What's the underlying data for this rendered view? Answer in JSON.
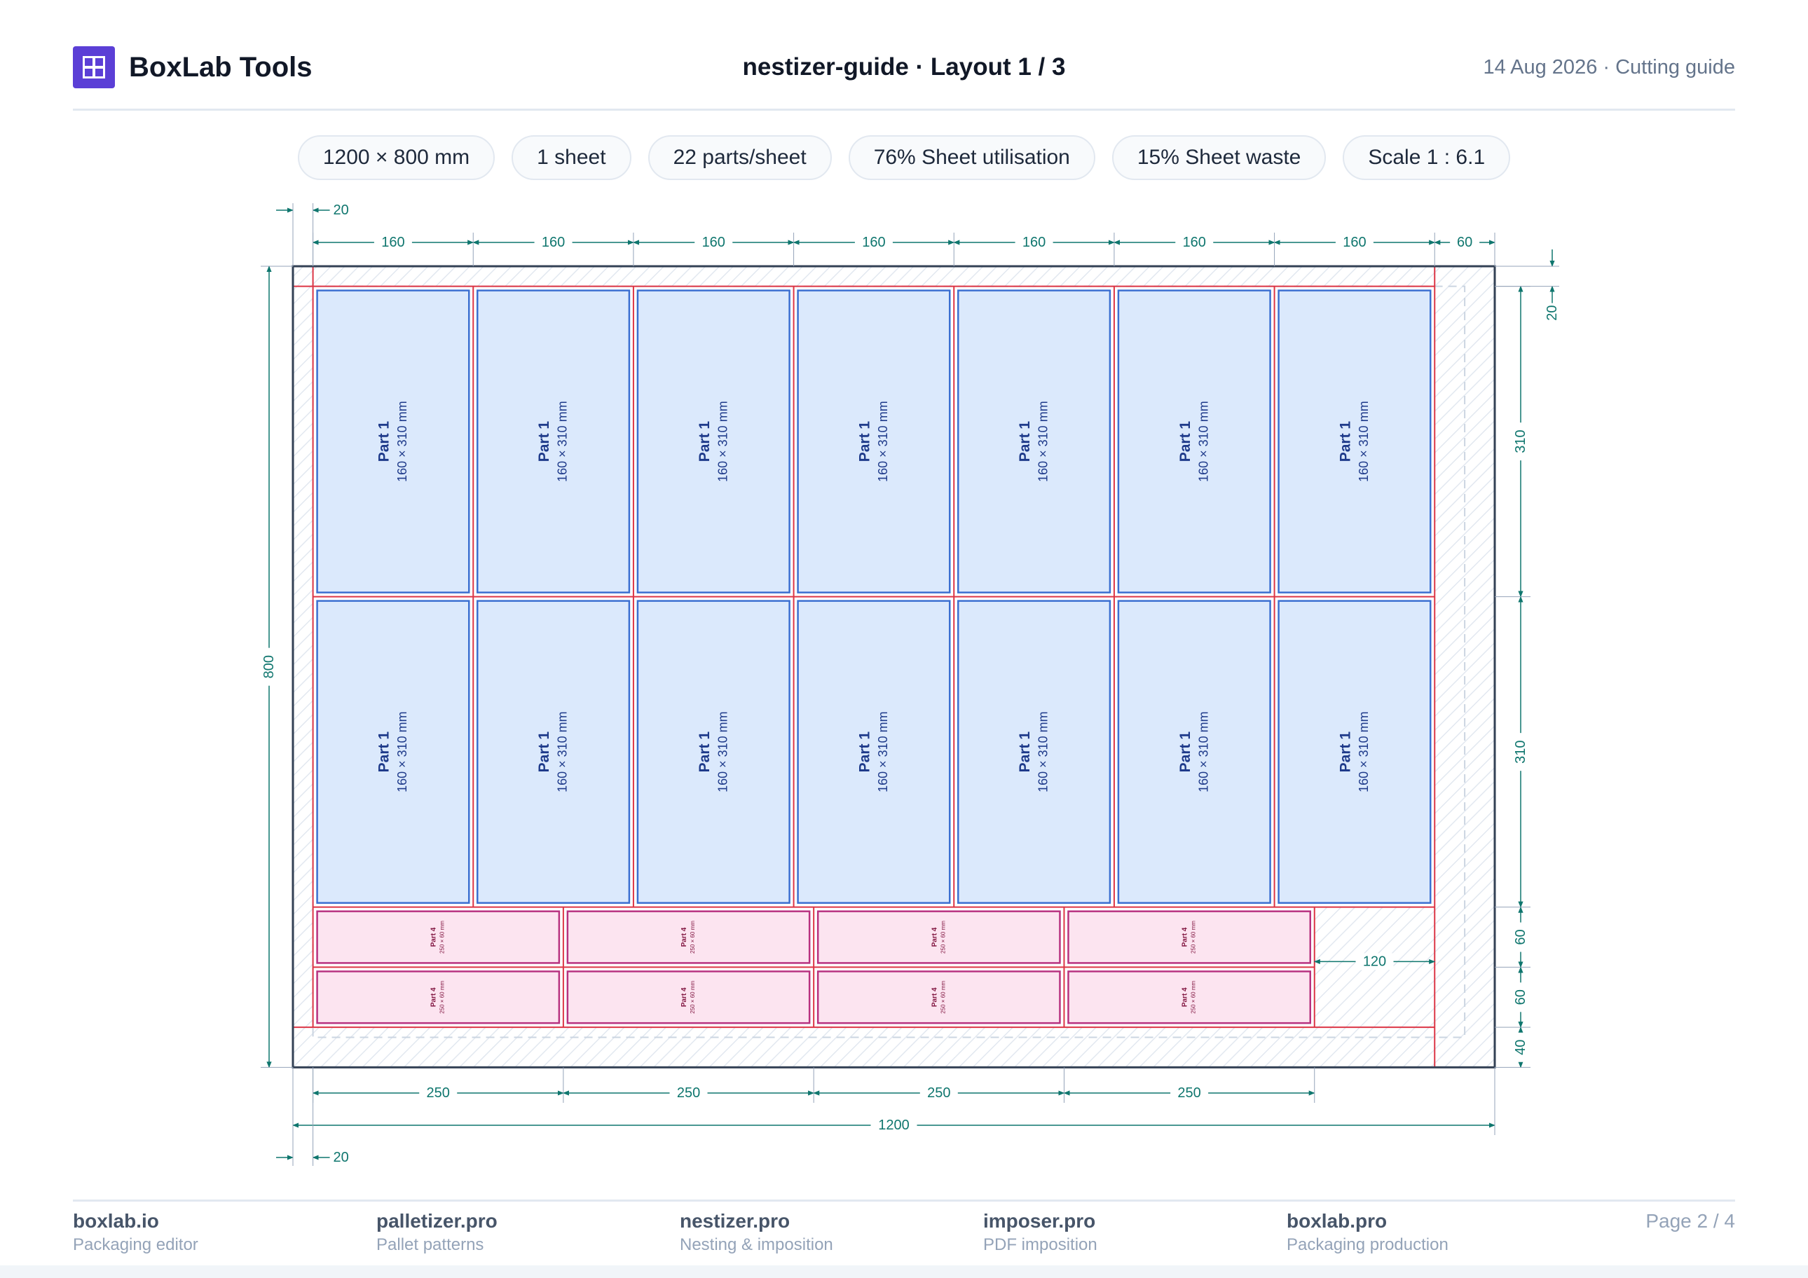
{
  "header": {
    "brand": "BoxLab Tools",
    "title": "nestizer-guide · Layout 1 / 3",
    "date": "14 Aug 2026 · Cutting guide"
  },
  "stats": [
    "1200 × 800 mm",
    "1 sheet",
    "22 parts/sheet",
    "76% Sheet utilisation",
    "15% Sheet waste",
    "Scale 1 : 6.1"
  ],
  "sheet": {
    "width_mm": 1200,
    "height_mm": 800,
    "margin_mm": 20,
    "label_width": "1200",
    "label_height": "800",
    "label_margin_left": "20",
    "label_margin_top": "20",
    "label_margin_bottom_left": "20"
  },
  "parts": {
    "large": {
      "name": "Part 1",
      "size": "160 × 310 mm",
      "w_mm": 160,
      "h_mm": 310,
      "cols": 7,
      "rows": 2
    },
    "small": {
      "name": "Part 4",
      "size": "250 × 60 mm",
      "w_mm": 250,
      "h_mm": 60,
      "cols": 4,
      "rows": 2
    }
  },
  "dimensions": {
    "top_widths": [
      "160",
      "160",
      "160",
      "160",
      "160",
      "160",
      "160",
      "60"
    ],
    "bottom_widths": [
      "250",
      "250",
      "250",
      "250"
    ],
    "right_heights": [
      "20",
      "310",
      "310",
      "60",
      "60",
      "40"
    ],
    "gap_width": "120"
  },
  "colors": {
    "accent": "#5b3fd6",
    "dimension": "#0f766e",
    "part_large_fill": "#dbe9fc",
    "part_large_stroke": "#3b6fd1",
    "part_small_fill": "#fce4f0",
    "part_small_stroke": "#b83280",
    "cut_line": "#dc3545"
  },
  "footer": {
    "links": [
      {
        "name": "boxlab.io",
        "desc": "Packaging editor"
      },
      {
        "name": "palletizer.pro",
        "desc": "Pallet patterns"
      },
      {
        "name": "nestizer.pro",
        "desc": "Nesting & imposition"
      },
      {
        "name": "imposer.pro",
        "desc": "PDF imposition"
      },
      {
        "name": "boxlab.pro",
        "desc": "Packaging production"
      }
    ],
    "page": "Page 2 / 4"
  }
}
